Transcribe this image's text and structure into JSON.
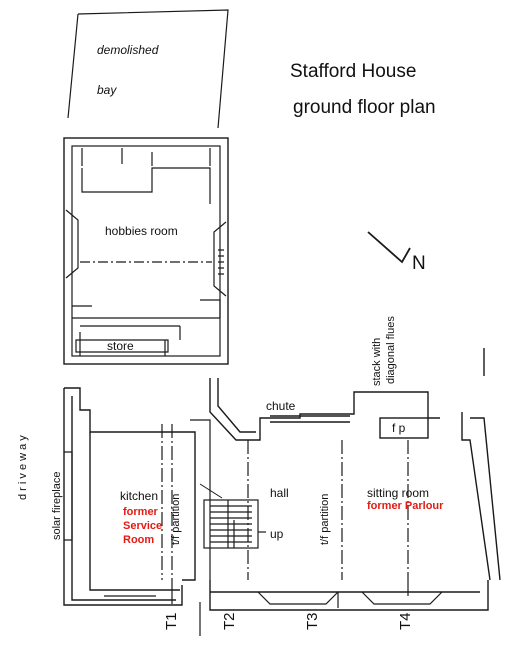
{
  "title": {
    "line1": "Stafford House",
    "line2": "ground floor plan"
  },
  "north": {
    "label": "N"
  },
  "labels": {
    "demolished": "demolished",
    "bay": "bay",
    "hobbies_room": "hobbies room",
    "store": "store",
    "driveway": "d r i v e w a y",
    "stack": "stack with",
    "diagonal_flues": "diagonal flues",
    "chute": "chute",
    "fp": "f p",
    "solar_fireplace": "solar fireplace",
    "kitchen": "kitchen",
    "tf_partition": "t/f partition",
    "hall": "hall",
    "up": "up",
    "sitting_room": "sitting room"
  },
  "former": {
    "service1": "former",
    "service2": "Service",
    "service3": "Room",
    "parlour": "former Parlour"
  },
  "sections": [
    "T1",
    "T2",
    "T3",
    "T4"
  ],
  "colors": {
    "line": "#1a1a1a",
    "note": "#e41b13"
  }
}
